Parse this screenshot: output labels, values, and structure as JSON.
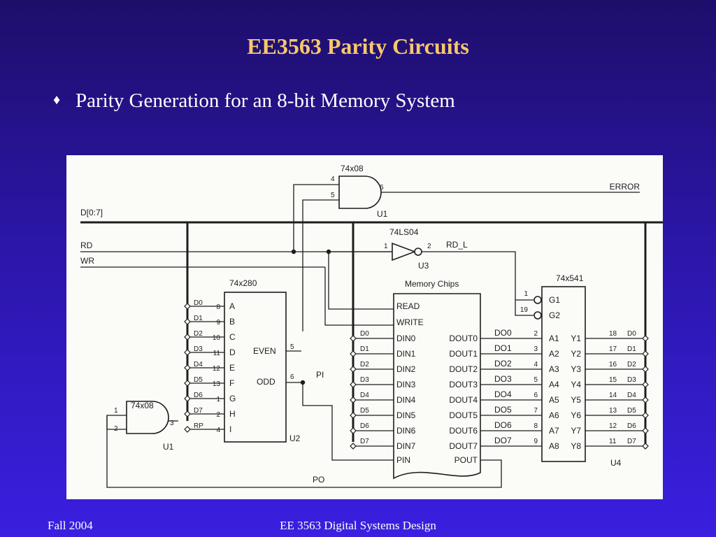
{
  "slide": {
    "title": "EE3563 Parity Circuits",
    "bullet": "Parity Generation for an 8-bit Memory System",
    "bullet_glyph": "♦",
    "footer_left": "Fall 2004",
    "footer_center": "EE 3563 Digital Systems Design"
  },
  "colors": {
    "title": "#f7c86b",
    "bg_top": "#1e0e6a",
    "bg_bottom": "#3a1fe0",
    "figure_bg": "#fbfbf8",
    "ink": "#1d1d1d"
  },
  "diagram": {
    "buses": {
      "d_bus": "D[0:7]",
      "rd": "RD",
      "wr": "WR"
    },
    "and_top": {
      "part": "74x08",
      "pin_a": "4",
      "pin_b": "5",
      "pin_out": "6",
      "ref": "U1",
      "output": "ERROR"
    },
    "inverter": {
      "part": "74LS04",
      "pin_in": "1",
      "pin_out": "2",
      "output": "RD_L",
      "ref": "U3"
    },
    "parity_chip": {
      "part": "74x280",
      "ref": "U2",
      "inputs": [
        "A",
        "B",
        "C",
        "D",
        "E",
        "F",
        "G",
        "H",
        "I"
      ],
      "pins": [
        "8",
        "9",
        "10",
        "11",
        "12",
        "13",
        "1",
        "2",
        "4"
      ],
      "nets": [
        "D0",
        "D1",
        "D2",
        "D3",
        "D4",
        "D5",
        "D6",
        "D7",
        "RP"
      ],
      "even": "EVEN",
      "even_pin": "5",
      "odd": "ODD",
      "odd_pin": "6",
      "pi": "PI"
    },
    "memory": {
      "title": "Memory Chips",
      "read": "READ",
      "write": "WRITE",
      "din": [
        "DIN0",
        "DIN1",
        "DIN2",
        "DIN3",
        "DIN4",
        "DIN5",
        "DIN6",
        "DIN7"
      ],
      "dout": [
        "DOUT0",
        "DOUT1",
        "DOUT2",
        "DOUT3",
        "DOUT4",
        "DOUT5",
        "DOUT6",
        "DOUT7"
      ],
      "nets_in": [
        "D0",
        "D1",
        "D2",
        "D3",
        "D4",
        "D5",
        "D6",
        "D7"
      ],
      "pin_label": "PIN",
      "pout_label": "POUT",
      "do_nets": [
        "DO0",
        "DO1",
        "DO2",
        "DO3",
        "DO4",
        "DO5",
        "DO6",
        "DO7"
      ]
    },
    "buffer": {
      "part": "74x541",
      "ref": "U4",
      "g1": "G1",
      "g2": "G2",
      "g1_pin": "1",
      "g2_pin": "19",
      "a_pins": [
        "2",
        "3",
        "4",
        "5",
        "6",
        "7",
        "8",
        "9"
      ],
      "a": [
        "A1",
        "A2",
        "A3",
        "A4",
        "A5",
        "A6",
        "A7",
        "A8"
      ],
      "y": [
        "Y1",
        "Y2",
        "Y3",
        "Y4",
        "Y5",
        "Y6",
        "Y7",
        "Y8"
      ],
      "y_pins": [
        "18",
        "17",
        "16",
        "15",
        "14",
        "13",
        "12",
        "11"
      ],
      "y_nets": [
        "D0",
        "D1",
        "D2",
        "D3",
        "D4",
        "D5",
        "D6",
        "D7"
      ]
    },
    "and_bottom": {
      "part": "74x08",
      "pin_a": "1",
      "pin_b": "2",
      "pin_out": "3",
      "ref": "U1"
    },
    "po": "PO"
  }
}
